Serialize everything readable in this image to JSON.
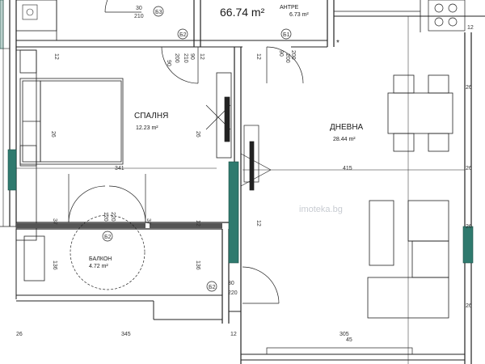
{
  "plan": {
    "area_total": "66.74 m²",
    "watermark": "imoteka.bg",
    "rooms": {
      "bedroom_name": "СПАЛНЯ",
      "bedroom_area": "12.23 m²",
      "living_name": "ДНЕВНА",
      "living_area": "28.44 m²",
      "hall_name": "АНТРЕ",
      "hall_area": "6.73 m²",
      "balcony_name": "БАЛКОН",
      "balcony_area": "4.72 m²"
    },
    "door_tags": {
      "t1": "Б3",
      "t2": "Б2",
      "t3": "Б1",
      "t4": "Б2",
      "t5": "Б2"
    },
    "dimensions": {
      "d1": "30",
      "d2": "210",
      "d3": "90",
      "d4": "200",
      "d5": "90",
      "d6": "200",
      "d7": "210",
      "d8": "90",
      "d9": "200",
      "d10": "12",
      "d11": "12",
      "d12": "12",
      "d13": "12",
      "d14": "26",
      "d15": "341",
      "d16": "415",
      "d17": "26",
      "d18": "26",
      "d19": "37",
      "d20": "120",
      "d21": "220",
      "d22": "37",
      "d23": "12",
      "d24": "12",
      "d25": "26",
      "d26": "26",
      "d27": "136",
      "d28": "136",
      "d29": "30",
      "d30": "220",
      "d31": "45",
      "d32": "26",
      "d33": "345",
      "d34": "305",
      "d35": "26",
      "d36": "12"
    }
  }
}
